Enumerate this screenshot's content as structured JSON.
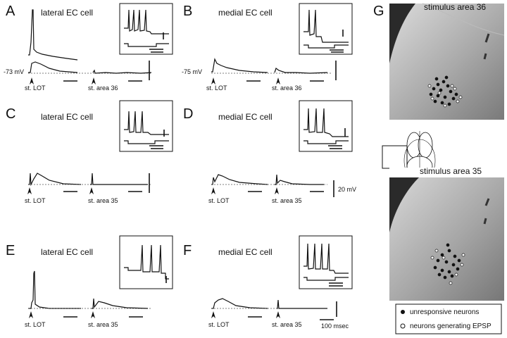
{
  "panels": {
    "A": {
      "letter": "A",
      "title": "lateral EC cell",
      "rmp": "-73 mV",
      "stim1": "st. LOT",
      "stim2": "st. area 36"
    },
    "B": {
      "letter": "B",
      "title": "medial EC cell",
      "rmp": "-75 mV",
      "stim1": "st. LOT",
      "stim2": "st. area 36"
    },
    "C": {
      "letter": "C",
      "title": "lateral EC cell",
      "stim1": "st. LOT",
      "stim2": "st. area 35"
    },
    "D": {
      "letter": "D",
      "title": "medial EC cell",
      "stim1": "st. LOT",
      "stim2": "st. area 35",
      "scale_v": "20 mV"
    },
    "E": {
      "letter": "E",
      "title": "lateral EC cell",
      "stim1": "st. LOT",
      "stim2": "st. area 35"
    },
    "F": {
      "letter": "F",
      "title": "medial EC cell",
      "stim1": "st. LOT",
      "stim2": "st. area 35",
      "scale_t": "100 msec"
    }
  },
  "G": {
    "letter": "G",
    "top_title": "stimulus area 36",
    "bottom_title": "stimulus area 35",
    "legend_filled": "unresponsive neurons",
    "legend_open": "neurons generating EPSP"
  }
}
